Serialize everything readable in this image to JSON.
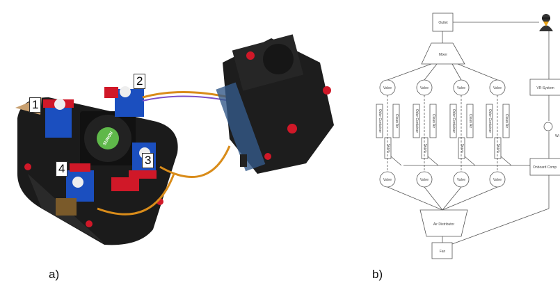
{
  "panel_a": {
    "label": "a)",
    "markers": [
      "1",
      "2",
      "3",
      "4"
    ],
    "fan_brand": "SUNON"
  },
  "panel_b": {
    "label": "b)",
    "nodes": {
      "outlet": "Outlet",
      "mixer": "Mixer",
      "valve": "Valve",
      "odor_container": "Odor Container",
      "clean_air": "Clean Air",
      "servo": "Servo",
      "air_distributor": "Air Distributor",
      "fan": "Fan",
      "vr_system": "VR-System",
      "onboard_computer": "Onboard Comp",
      "wifi_label": "Wi"
    },
    "icons": [
      "user-spy-icon",
      "wifi-icon"
    ]
  }
}
